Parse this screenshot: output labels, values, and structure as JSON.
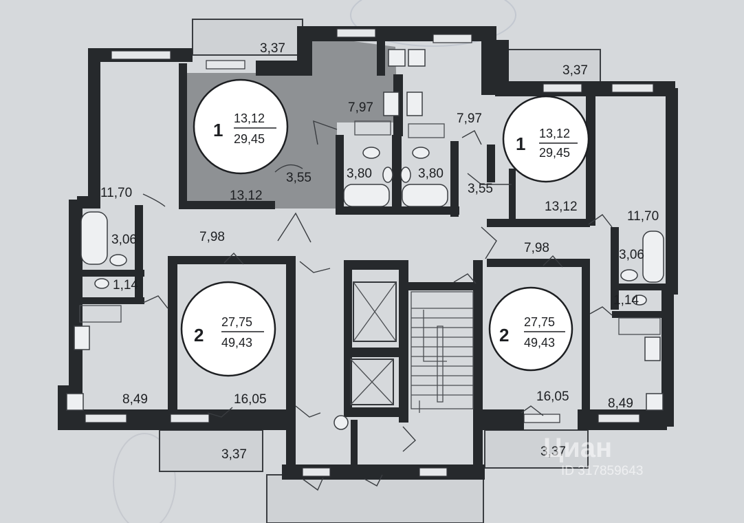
{
  "units": [
    {
      "id": "top-left",
      "rooms": "1",
      "living": "13,12",
      "total": "29,45",
      "highlighted": true
    },
    {
      "id": "top-right",
      "rooms": "1",
      "living": "13,12",
      "total": "29,45",
      "highlighted": false
    },
    {
      "id": "bottom-left",
      "rooms": "2",
      "living": "27,75",
      "total": "49,43",
      "highlighted": false
    },
    {
      "id": "bottom-right",
      "rooms": "2",
      "living": "27,75",
      "total": "49,43",
      "highlighted": false
    }
  ],
  "rooms": {
    "balcony_top_left": "3,37",
    "balcony_top_right": "3,37",
    "kitchen_top_left": "7,97",
    "kitchen_top_right": "7,97",
    "hall_top_left": "3,55",
    "hall_top_right": "3,55",
    "bath_top_left": "3,80",
    "bath_top_right": "3,80",
    "room_top_left": "13,12",
    "room_top_right": "13,12",
    "corner_left": "11,70",
    "corner_right": "11,70",
    "bath_left": "3,06",
    "bath_right": "3,06",
    "hall_left": "7,98",
    "hall_right": "7,98",
    "wc_left": "1,14",
    "wc_right": "1,14",
    "kitchen_bottom_left": "8,49",
    "kitchen_bottom_right": "8,49",
    "room_bottom_left": "16,05",
    "room_bottom_right": "16,05",
    "balcony_bottom_left": "3,37",
    "balcony_bottom_right": "3,37"
  },
  "watermark": {
    "brand": "Циан",
    "listing_id": "ID 317859643"
  },
  "colors": {
    "background": "#d6d9dc",
    "wall": "#26292c",
    "highlight": "#8e9194"
  }
}
